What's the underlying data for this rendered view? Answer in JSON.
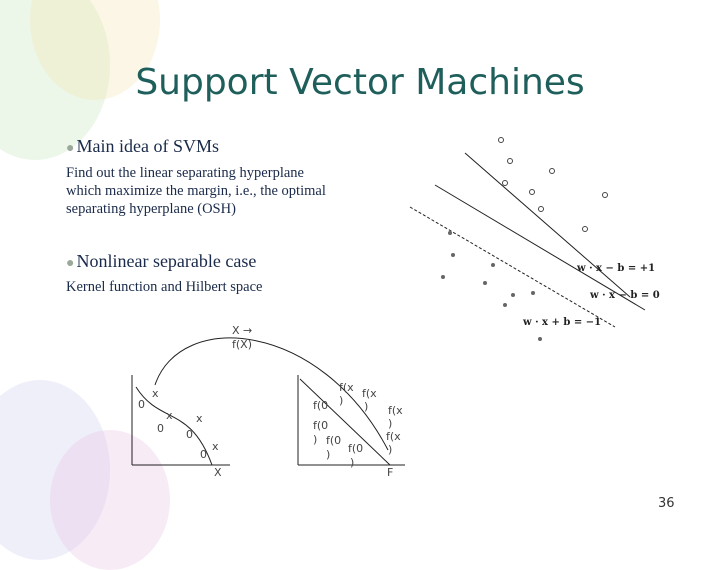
{
  "slide": {
    "title": "Support Vector Machines",
    "page_number": "36"
  },
  "bullets": [
    {
      "heading": "Main idea of SVMs",
      "text_lines": [
        "Find out the linear separating hyperplane",
        "which maximize the margin, i.e., the optimal",
        "separating hyperplane (OSH)"
      ]
    },
    {
      "heading": "Nonlinear separable case",
      "text_lines": [
        "Kernel function and Hilbert space"
      ]
    }
  ],
  "svm_figure": {
    "equations": [
      "w · x − b = +1",
      "w · x − b = 0",
      "w · x + b = −1"
    ]
  },
  "mapping_figure": {
    "arrow_label_lines": [
      "X →",
      "f(X)"
    ],
    "input_space_label": "X",
    "feature_space_label": "F",
    "input_points": [
      "0",
      "x",
      "x",
      "x",
      "0",
      "0",
      "0",
      "x"
    ],
    "feature_points": [
      "f(x",
      ")",
      "f(x",
      ")",
      "f(0",
      "f(0",
      ")",
      "f(0",
      ")",
      "f(0",
      ")",
      "f(x",
      ")",
      "f(x",
      ")"
    ]
  },
  "colors": {
    "title": "#1f5f5b",
    "text": "#1a2a4a",
    "bullet_dot": "#9aa99a"
  }
}
